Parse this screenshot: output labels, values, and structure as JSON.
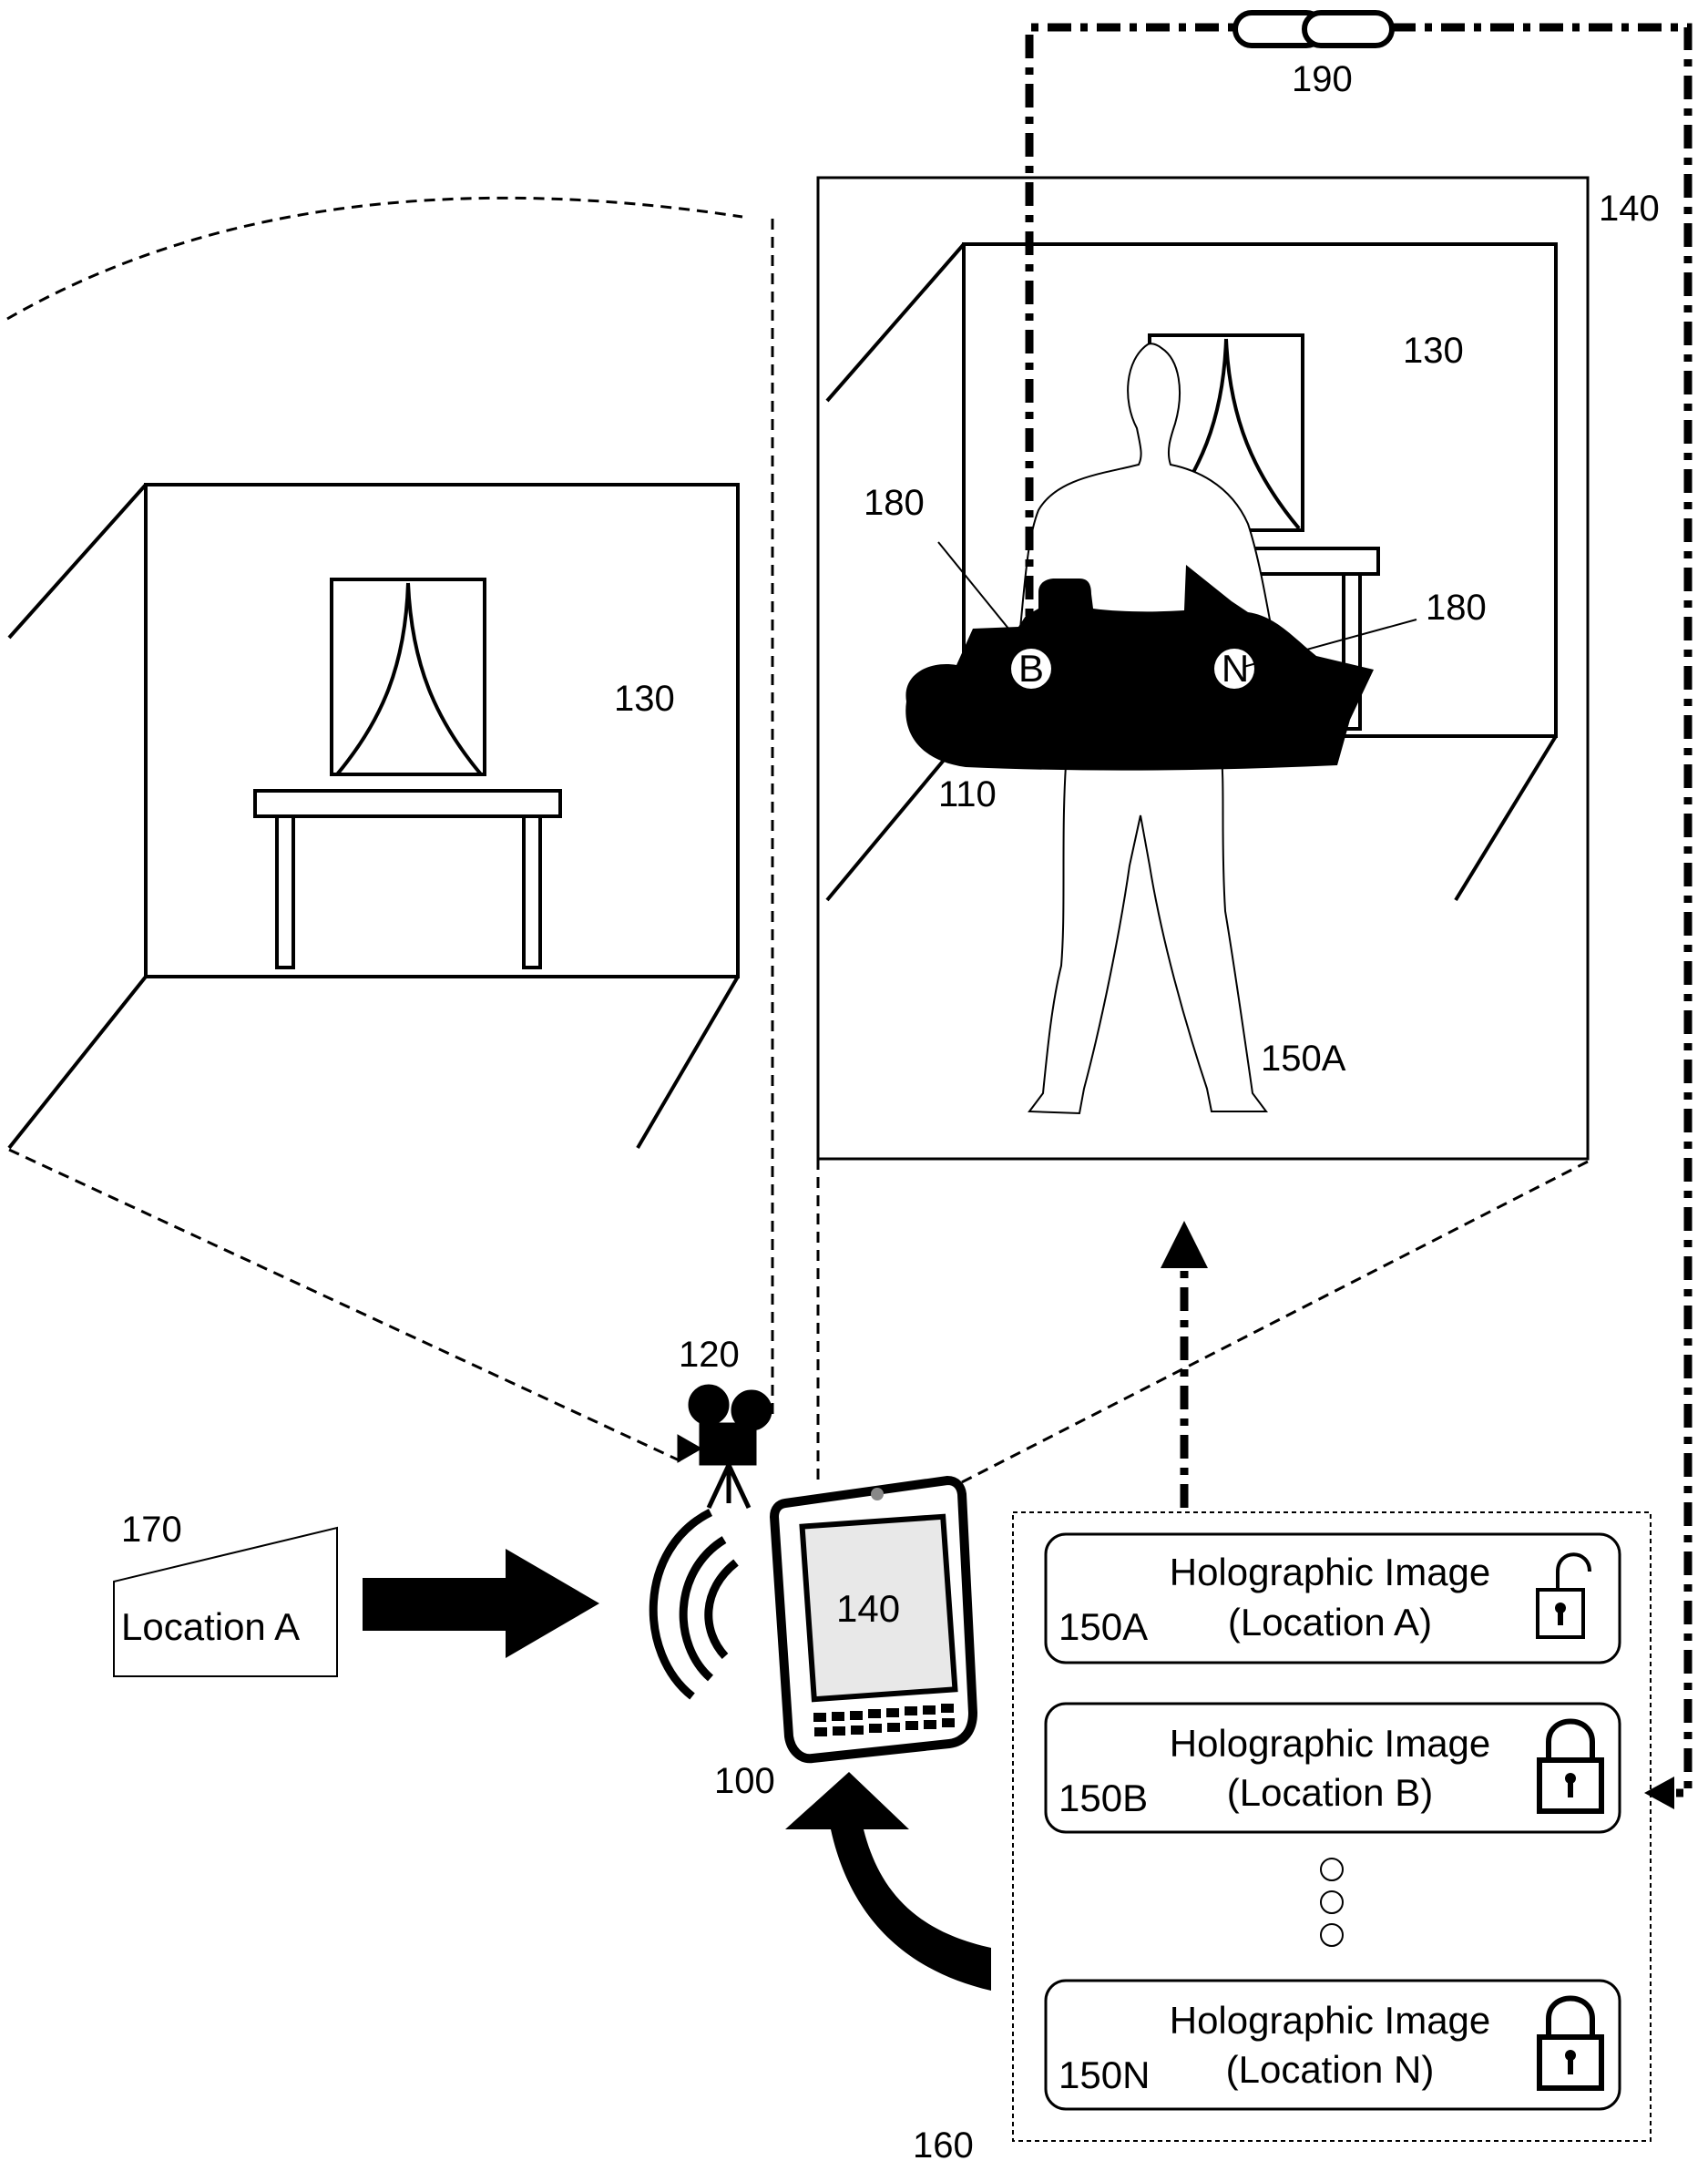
{
  "labels": {
    "chain": "190",
    "display_frame": "140",
    "room_right": "130",
    "room_left": "130",
    "marker_left": "180",
    "marker_right": "180",
    "boat": "110",
    "person": "150A",
    "camera": "120",
    "location_card": "170",
    "device": "100",
    "device_screen": "140",
    "library": "160"
  },
  "boat_markers": {
    "left": "B",
    "right": "N"
  },
  "location_tag": {
    "text": "Location A"
  },
  "library_items": [
    {
      "id": "150A",
      "title": "Holographic Image",
      "subtitle": "(Location A)",
      "lock": "unlocked"
    },
    {
      "id": "150B",
      "title": "Holographic Image",
      "subtitle": "(Location B)",
      "lock": "locked"
    },
    {
      "id": "150N",
      "title": "Holographic Image",
      "subtitle": "(Location N)",
      "lock": "locked"
    }
  ]
}
